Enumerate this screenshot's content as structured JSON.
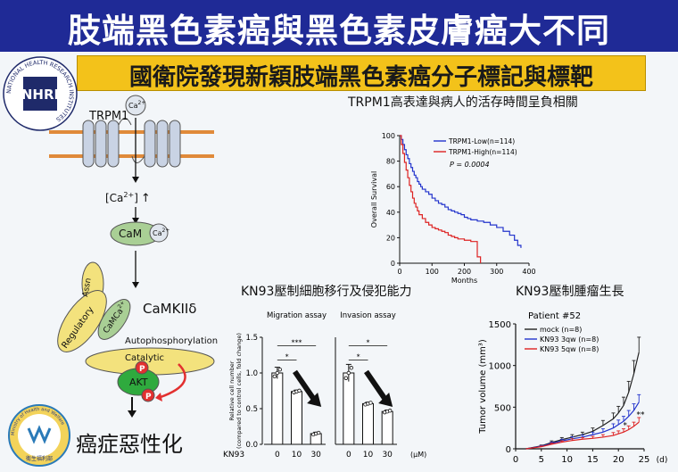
{
  "title": "肢端黑色素癌與黑色素皮膚癌大不同",
  "subtitle": "國衛院發現新穎肢端黑色素癌分子標記與標靶",
  "logos": {
    "nhri_text": "NATIONAL HEALTH RESEARCH INSTITUTES",
    "nhri_mark": "NHRI",
    "mohw_text": "Ministry of Health and Welfare",
    "mohw_bottom": "衛生福利部"
  },
  "pathway": {
    "trpm1": "TRPM1",
    "ca_ion": "Ca",
    "ca_sup": "2+",
    "ca_conc": "[Ca",
    "ca_conc_sup": "2+",
    "ca_conc_close": "]",
    "up_arrow": "↑",
    "cam": "CaM",
    "cam_ca": "Ca",
    "cam_ca_sup": "2+",
    "assn": "Assn",
    "regulatory": "Regulatory",
    "camca": "CaMCa",
    "camca_sup": "2+",
    "camkii": "CaMKIIδ",
    "autophos": "Autophosphorylation",
    "catalytic": "Catalytic",
    "p": "P",
    "akt": "AKT",
    "outcome": "癌症惡性化"
  },
  "survival_title": "TRPM1高表達與病人的活存時間呈負相關",
  "migration_title": "KN93壓制細胞移行及侵犯能力",
  "tumor_title": "KN93壓制腫瘤生長",
  "chart_data": [
    {
      "type": "line",
      "id": "survival",
      "ylabel": "Overall Survival",
      "xlabel": "Months",
      "xlim": [
        0,
        400
      ],
      "ylim": [
        0,
        100
      ],
      "xticks": [
        0,
        100,
        200,
        300,
        400
      ],
      "yticks": [
        0,
        20,
        40,
        60,
        80,
        100
      ],
      "annotation": "P = 0.0004",
      "series": [
        {
          "name": "TRPM1-Low(n=114)",
          "color": "#2233cc",
          "points": [
            [
              0,
              100
            ],
            [
              5,
              97
            ],
            [
              10,
              93
            ],
            [
              15,
              89
            ],
            [
              20,
              85
            ],
            [
              25,
              82
            ],
            [
              30,
              78
            ],
            [
              35,
              75
            ],
            [
              40,
              72
            ],
            [
              45,
              69
            ],
            [
              50,
              67
            ],
            [
              55,
              64
            ],
            [
              60,
              62
            ],
            [
              65,
              60
            ],
            [
              70,
              58
            ],
            [
              80,
              56
            ],
            [
              90,
              54
            ],
            [
              100,
              51
            ],
            [
              110,
              49
            ],
            [
              120,
              47
            ],
            [
              130,
              46
            ],
            [
              140,
              44
            ],
            [
              150,
              42
            ],
            [
              160,
              41
            ],
            [
              170,
              40
            ],
            [
              180,
              39
            ],
            [
              190,
              38
            ],
            [
              200,
              36
            ],
            [
              210,
              35
            ],
            [
              220,
              34
            ],
            [
              240,
              33
            ],
            [
              260,
              32
            ],
            [
              280,
              30
            ],
            [
              300,
              28
            ],
            [
              320,
              25
            ],
            [
              340,
              22
            ],
            [
              355,
              18
            ],
            [
              365,
              14
            ],
            [
              375,
              12
            ]
          ]
        },
        {
          "name": "TRPM1-High(n=114)",
          "color": "#dd2222",
          "points": [
            [
              0,
              100
            ],
            [
              5,
              93
            ],
            [
              10,
              86
            ],
            [
              15,
              79
            ],
            [
              20,
              73
            ],
            [
              25,
              67
            ],
            [
              30,
              61
            ],
            [
              35,
              56
            ],
            [
              40,
              51
            ],
            [
              45,
              47
            ],
            [
              50,
              44
            ],
            [
              55,
              41
            ],
            [
              60,
              38
            ],
            [
              70,
              35
            ],
            [
              80,
              32
            ],
            [
              90,
              30
            ],
            [
              100,
              28
            ],
            [
              110,
              27
            ],
            [
              120,
              26
            ],
            [
              130,
              25
            ],
            [
              140,
              24
            ],
            [
              150,
              22
            ],
            [
              160,
              21
            ],
            [
              170,
              20
            ],
            [
              180,
              19
            ],
            [
              200,
              18
            ],
            [
              220,
              17
            ],
            [
              240,
              5
            ],
            [
              250,
              0
            ]
          ]
        }
      ]
    },
    {
      "type": "bar",
      "id": "migration",
      "panel_title": "Migration assay",
      "categories": [
        "0",
        "10",
        "30"
      ],
      "values": [
        1.0,
        0.74,
        0.15
      ],
      "errors": [
        0.08,
        0.02,
        0.02
      ],
      "ylim": [
        0,
        1.5
      ],
      "yticks": [
        0.0,
        0.5,
        1.0,
        1.5
      ],
      "ylabel_line1": "Relative cell number",
      "ylabel_line2": "(compared to control cells, fold change)",
      "significance": [
        "*",
        "***"
      ]
    },
    {
      "type": "bar",
      "id": "invasion",
      "panel_title": "Invasion assay",
      "categories": [
        "0",
        "10",
        "30"
      ],
      "values": [
        1.0,
        0.57,
        0.46
      ],
      "errors": [
        0.12,
        0.02,
        0.02
      ],
      "ylim": [
        0,
        1.5
      ],
      "significance": [
        "*",
        "*"
      ],
      "unit": "(μM)"
    },
    {
      "type": "line",
      "id": "tumor",
      "panel_title": "Patient #52",
      "ylabel": "Tumor volume (mm³)",
      "xlim": [
        0,
        25
      ],
      "ylim": [
        0,
        1500
      ],
      "xticks": [
        0,
        5,
        10,
        15,
        20,
        25
      ],
      "yticks": [
        0,
        500,
        1000,
        1500
      ],
      "x_unit": "(d)",
      "significance": [
        "*",
        "**"
      ],
      "series": [
        {
          "name": "mock (n=8)",
          "color": "#222222",
          "x": [
            2,
            5,
            7,
            9,
            11,
            13,
            15,
            17,
            19,
            20,
            21,
            22,
            23,
            24
          ],
          "y": [
            0,
            35,
            75,
            110,
            140,
            170,
            210,
            280,
            360,
            430,
            520,
            680,
            900,
            1160
          ],
          "err": [
            0,
            10,
            20,
            25,
            30,
            30,
            40,
            60,
            70,
            80,
            100,
            130,
            160,
            180
          ]
        },
        {
          "name": "KN93 3qw (n=8)",
          "color": "#2233cc",
          "x": [
            2,
            5,
            7,
            9,
            11,
            13,
            15,
            17,
            19,
            20,
            21,
            22,
            23,
            24
          ],
          "y": [
            0,
            30,
            65,
            95,
            120,
            140,
            170,
            200,
            250,
            290,
            330,
            390,
            460,
            560
          ],
          "err": [
            0,
            10,
            15,
            20,
            25,
            25,
            30,
            40,
            50,
            55,
            60,
            70,
            80,
            90
          ]
        },
        {
          "name": "KN93 5qw (n=8)",
          "color": "#dd2222",
          "x": [
            2,
            5,
            7,
            9,
            11,
            13,
            15,
            17,
            19,
            20,
            21,
            22,
            23,
            24
          ],
          "y": [
            0,
            25,
            55,
            80,
            100,
            115,
            125,
            140,
            160,
            180,
            200,
            230,
            270,
            320
          ],
          "err": [
            0,
            8,
            12,
            15,
            20,
            20,
            25,
            30,
            35,
            35,
            40,
            45,
            50,
            55
          ]
        }
      ]
    }
  ],
  "kn93_label": "KN93",
  "colors": {
    "title_bar": "#1f2a96",
    "subtitle_bar": "#f3c21a",
    "membrane": "#e08a3a",
    "channel": "#c9d3e4",
    "cam": "#a9cf95",
    "camkii": "#f3e27d",
    "akt": "#2faa3e",
    "p_circle": "#e23030"
  }
}
